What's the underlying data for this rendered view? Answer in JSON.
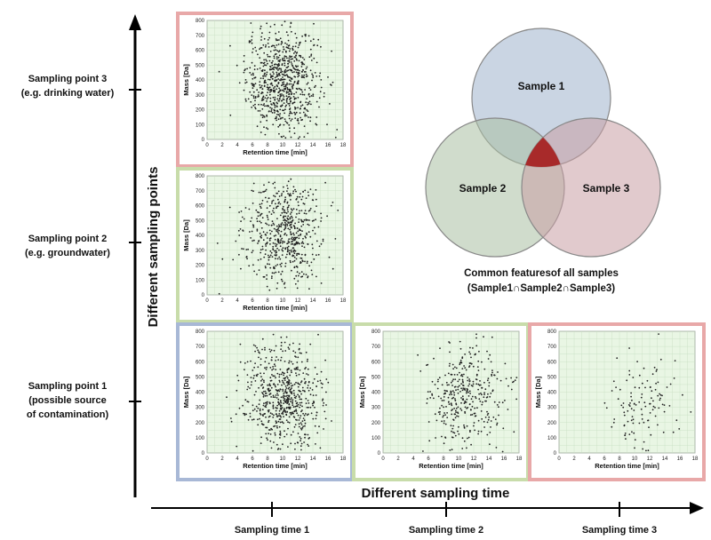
{
  "y_axis_title": "Different sampling points",
  "x_axis_title": "Different sampling time",
  "row_labels": [
    [
      "Sampling point 3",
      "(e.g. drinking water)"
    ],
    [
      "Sampling point 2",
      "(e.g. groundwater)"
    ],
    [
      "Sampling point 1",
      "(possible source",
      "of contamination)"
    ]
  ],
  "column_labels": [
    "Sampling time 1",
    "Sampling time 2",
    "Sampling time 3"
  ],
  "plot": {
    "xlabel": "Retention time [min]",
    "ylabel": "Mass [Da]",
    "xticks": [
      "0",
      "2",
      "4",
      "6",
      "8",
      "10",
      "12",
      "14",
      "16",
      "18"
    ],
    "yticks": [
      "0",
      "100",
      "200",
      "300",
      "400",
      "500",
      "600",
      "700",
      "800"
    ],
    "plot_bg": "#e9f6e4",
    "grid_color": "#c7dfc2",
    "point_color": "#222222"
  },
  "chart_data": [
    {
      "type": "scatter",
      "name": "Sampling point 3 / Sampling time 1",
      "frame_color": "#e8a8a8",
      "xlim": [
        0,
        18
      ],
      "ylim": [
        0,
        800
      ],
      "n": 800,
      "mu_x": 10,
      "sd_x": 2.4,
      "mu_y": 390,
      "sd_y": 180
    },
    {
      "type": "scatter",
      "name": "Sampling point 2 / Sampling time 1",
      "frame_color": "#c8dcaa",
      "xlim": [
        0,
        18
      ],
      "ylim": [
        0,
        800
      ],
      "n": 600,
      "mu_x": 10,
      "sd_x": 2.6,
      "mu_y": 420,
      "sd_y": 180
    },
    {
      "type": "scatter",
      "name": "Sampling point 1 / Sampling time 1",
      "frame_color": "#a8b8d6",
      "xlim": [
        0,
        18
      ],
      "ylim": [
        0,
        800
      ],
      "n": 650,
      "mu_x": 10,
      "sd_x": 2.6,
      "mu_y": 360,
      "sd_y": 180
    },
    {
      "type": "scatter",
      "name": "Sampling point 1 / Sampling time 2",
      "frame_color": "#c8dcaa",
      "xlim": [
        0,
        18
      ],
      "ylim": [
        0,
        800
      ],
      "n": 380,
      "mu_x": 11,
      "sd_x": 2.6,
      "mu_y": 360,
      "sd_y": 180
    },
    {
      "type": "scatter",
      "name": "Sampling point 1 / Sampling time 3",
      "frame_color": "#e8a8a8",
      "xlim": [
        0,
        18
      ],
      "ylim": [
        0,
        800
      ],
      "n": 120,
      "mu_x": 11,
      "sd_x": 2.2,
      "mu_y": 340,
      "sd_y": 170
    }
  ],
  "venn": {
    "sets": [
      {
        "label": "Sample 1",
        "color": "#9fb2cc"
      },
      {
        "label": "Sample 2",
        "color": "#a9bfa2"
      },
      {
        "label": "Sample 3",
        "color": "#c99ea4"
      }
    ],
    "intersection_color": "#a82a2a",
    "caption": [
      "Common featuresof all samples",
      "(Sample1∩Sample2∩Sample3)"
    ],
    "caption_color": "#a83232"
  }
}
